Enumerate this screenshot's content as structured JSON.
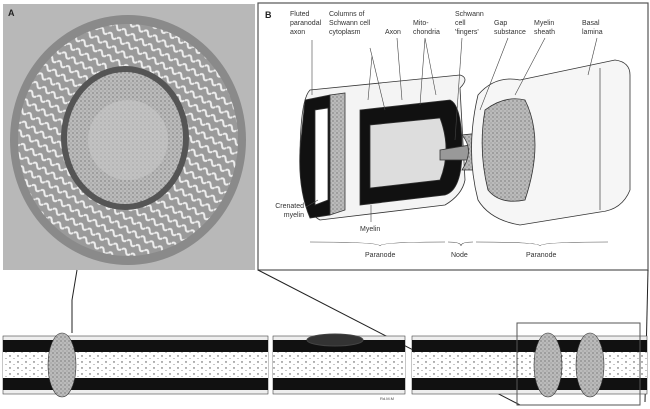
{
  "panel_a": {
    "label": "A"
  },
  "panel_b": {
    "label": "B",
    "callouts": [
      [
        "Fluted",
        "paranodal",
        "axon"
      ],
      [
        "Columns of",
        "Schwann cell",
        "cytoplasm"
      ],
      [
        "Axon"
      ],
      [
        "Mito-",
        "chondria"
      ],
      [
        "Schwann",
        "cell",
        "'fingers'"
      ],
      [
        "Gap",
        "substance"
      ],
      [
        "Myelin",
        "sheath"
      ],
      [
        "Basal",
        "lamina"
      ]
    ],
    "lower_callouts": {
      "crenated": [
        "Crenated",
        "myelin"
      ],
      "myelin": "Myelin"
    },
    "regions": [
      "Paranode",
      "Node",
      "Paranode"
    ]
  },
  "signature": "Rd.M.M"
}
